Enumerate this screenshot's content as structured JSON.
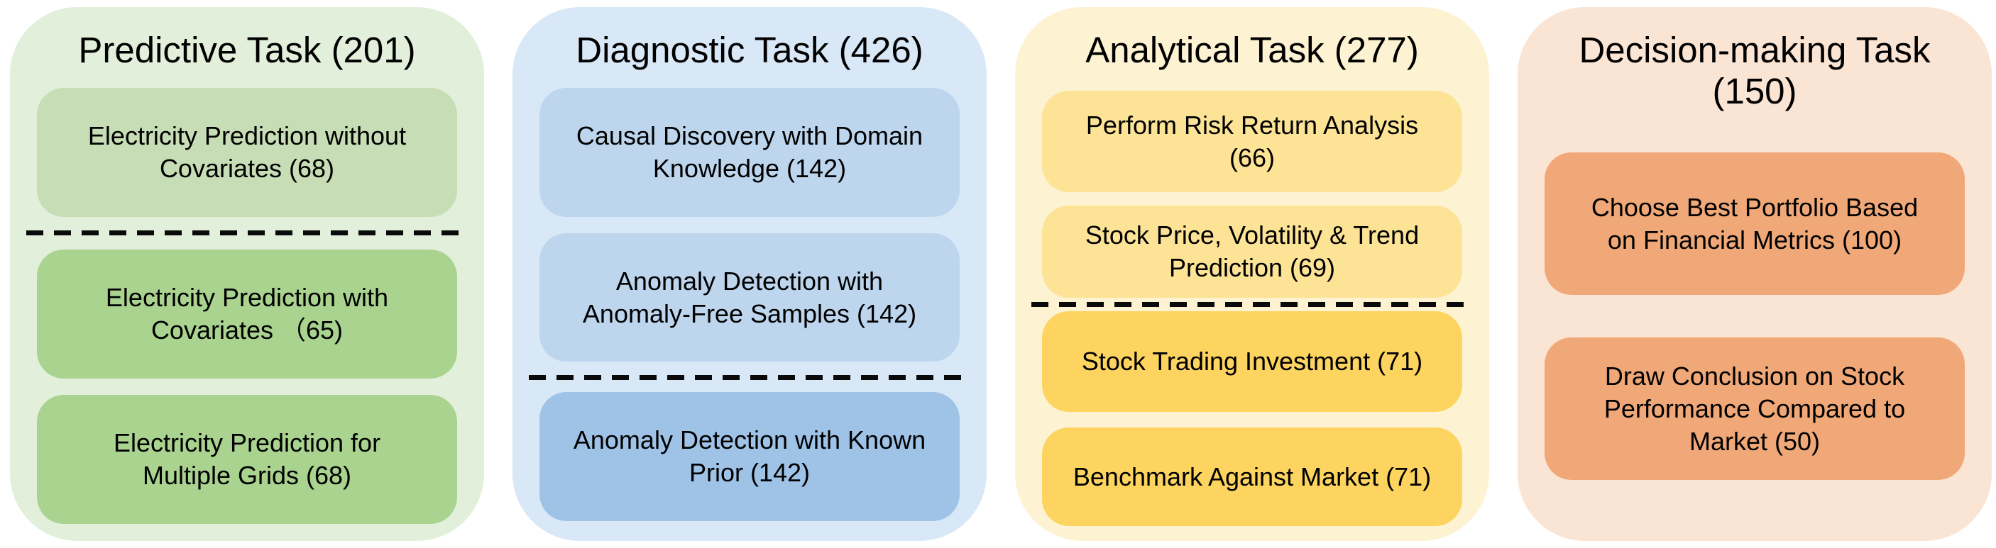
{
  "divider_color": "#0a0a0a",
  "text_color": "#000000",
  "panels": [
    {
      "id": "predictive-task",
      "title": "Predictive Task (201)",
      "panel_bg": "#e2efda",
      "boxes": [
        {
          "label": [
            "Electricity Prediction without",
            "Covariates (68)"
          ],
          "bg": "#c7ddb5"
        },
        {
          "label": [
            "Electricity Prediction with",
            "Covariates （65)"
          ],
          "bg": "#a9d38e"
        },
        {
          "label": [
            "Electricity Prediction for",
            "Multiple Grids (68)"
          ],
          "bg": "#a9d38e"
        }
      ]
    },
    {
      "id": "diagnostic-task",
      "title": "Diagnostic Task (426)",
      "panel_bg": "#d9e8f6",
      "boxes": [
        {
          "label": [
            "Causal Discovery with Domain",
            "Knowledge (142)"
          ],
          "bg": "#bdd6ee"
        },
        {
          "label": [
            "Anomaly Detection with",
            "Anomaly-Free Samples (142)"
          ],
          "bg": "#bdd6ee"
        },
        {
          "label": [
            "Anomaly Detection with Known",
            "Prior (142)"
          ],
          "bg": "#9fc3e7"
        }
      ]
    },
    {
      "id": "analytical-task",
      "title": "Analytical Task (277)",
      "panel_bg": "#fdf3d2",
      "boxes": [
        {
          "label": [
            "Perform Risk Return Analysis",
            "(66)"
          ],
          "bg": "#fce395"
        },
        {
          "label": [
            "Stock Price, Volatility & Trend",
            "Prediction (69)"
          ],
          "bg": "#fce395"
        },
        {
          "label": [
            "Stock Trading Investment (71)"
          ],
          "bg": "#fcd45f"
        },
        {
          "label": [
            "Benchmark Against Market (71)"
          ],
          "bg": "#fcd45f"
        }
      ]
    },
    {
      "id": "decision-making-task",
      "title": [
        "Decision-making Task",
        "(150)"
      ],
      "panel_bg": "#fae4d4",
      "boxes": [
        {
          "label": [
            "Choose Best Portfolio Based",
            "on Financial Metrics (100)"
          ],
          "bg": "#f0a878"
        },
        {
          "label": [
            "Draw Conclusion on Stock",
            "Performance Compared to",
            "Market (50)"
          ],
          "bg": "#f0a878"
        }
      ]
    }
  ]
}
